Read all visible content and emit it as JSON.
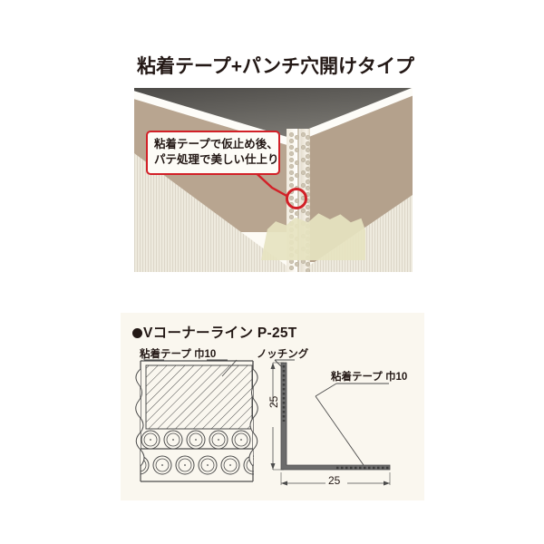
{
  "page": {
    "background_color": "#ffffff",
    "title": "粘着テープ+パンチ穴開けタイプ"
  },
  "photo": {
    "alt_name": "corner-bead-installation-photo",
    "callout": {
      "line1": "粘着テープで仮止め後、",
      "line2": "パテ処理で美しい仕上り",
      "border_color": "#d22027",
      "background_color": "#fdfcf7"
    },
    "marker": {
      "name": "red-circle-marker",
      "color": "#d22027"
    },
    "colors": {
      "ceiling": "#5a5854",
      "wall": "#b8a590",
      "trim": "#fdfcf8",
      "lower_wall": "#eeeade",
      "putty": "#e6e3c0",
      "bead": "#f5f1e8"
    }
  },
  "spec": {
    "panel_background": "#faf7ef",
    "heading": "Vコーナーライン P-25T",
    "bullet": "●",
    "labels": {
      "tape_left": "粘着テープ 巾10",
      "notching": "ノッチング",
      "tape_right": "粘着テープ 巾10"
    },
    "dimensions": {
      "vertical": "25",
      "horizontal": "25"
    },
    "line_color": "#4c4c4c"
  }
}
